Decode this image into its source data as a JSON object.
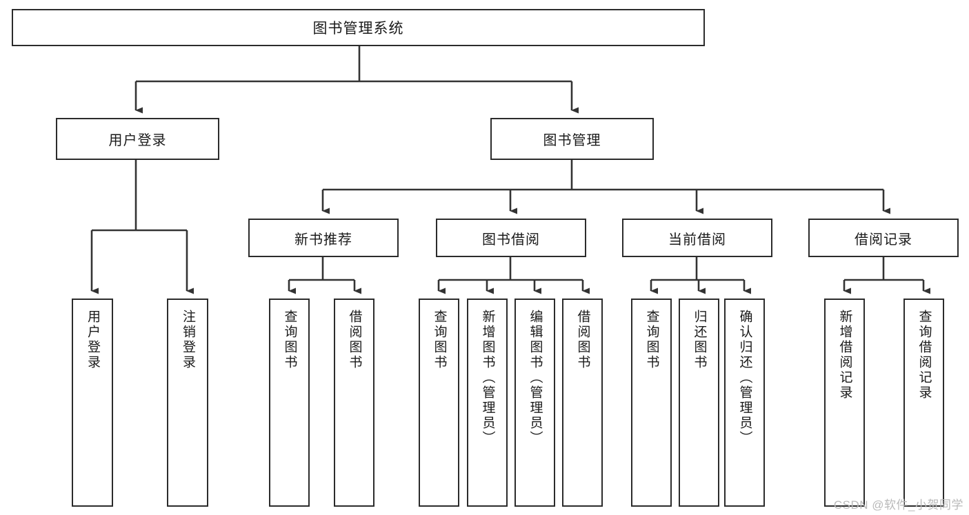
{
  "diagram": {
    "type": "tree-hierarchy",
    "title": "图书管理系统",
    "colors": {
      "background": "#ffffff",
      "box_border": "#2b2b2b",
      "box_fill": "#ffffff",
      "text": "#1a1a1a",
      "edge": "#333333",
      "watermark": "#b9b9b9"
    },
    "root": {
      "id": "root",
      "label": "图书管理系统",
      "orientation": "horizontal"
    },
    "level2": [
      {
        "id": "user-login",
        "label": "用户登录",
        "orientation": "horizontal"
      },
      {
        "id": "book-manage",
        "label": "图书管理",
        "orientation": "horizontal"
      }
    ],
    "level3": [
      {
        "id": "new-book-recommend",
        "label": "新书推荐",
        "orientation": "horizontal"
      },
      {
        "id": "book-borrow",
        "label": "图书借阅",
        "orientation": "horizontal"
      },
      {
        "id": "current-borrow",
        "label": "当前借阅",
        "orientation": "horizontal"
      },
      {
        "id": "borrow-record",
        "label": "借阅记录",
        "orientation": "horizontal"
      }
    ],
    "leaves": [
      {
        "id": "leaf-user-login",
        "parent": "user-login",
        "label": "用户登录",
        "orientation": "vertical"
      },
      {
        "id": "leaf-logout",
        "parent": "user-login",
        "label": "注销登录",
        "orientation": "vertical"
      },
      {
        "id": "leaf-query-book-recommend",
        "parent": "new-book-recommend",
        "label": "查询图书",
        "orientation": "vertical"
      },
      {
        "id": "leaf-borrow-book-recommend",
        "parent": "new-book-recommend",
        "label": "借阅图书",
        "orientation": "vertical"
      },
      {
        "id": "leaf-query-book-borrow",
        "parent": "book-borrow",
        "label": "查询图书",
        "orientation": "vertical"
      },
      {
        "id": "leaf-add-book",
        "parent": "book-borrow",
        "label": "新增图书（管理员）",
        "orientation": "vertical"
      },
      {
        "id": "leaf-edit-book",
        "parent": "book-borrow",
        "label": "编辑图书（管理员）",
        "orientation": "vertical"
      },
      {
        "id": "leaf-borrow-book",
        "parent": "book-borrow",
        "label": "借阅图书",
        "orientation": "vertical"
      },
      {
        "id": "leaf-query-book-current",
        "parent": "current-borrow",
        "label": "查询图书",
        "orientation": "vertical"
      },
      {
        "id": "leaf-return-book",
        "parent": "current-borrow",
        "label": "归还图书",
        "orientation": "vertical"
      },
      {
        "id": "leaf-confirm-return",
        "parent": "current-borrow",
        "label": "确认归还（管理员）",
        "orientation": "vertical"
      },
      {
        "id": "leaf-add-borrow-record",
        "parent": "borrow-record",
        "label": "新增借阅记录",
        "orientation": "vertical"
      },
      {
        "id": "leaf-query-borrow-record",
        "parent": "borrow-record",
        "label": "查询借阅记录",
        "orientation": "vertical"
      }
    ]
  },
  "watermark": {
    "text": "CSDN @软件_小贺同学"
  }
}
